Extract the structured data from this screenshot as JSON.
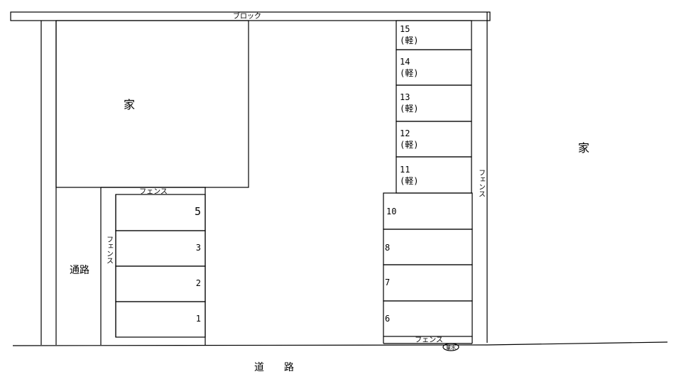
{
  "labels": {
    "block": "ブロック",
    "house_left": "家",
    "house_right": "家",
    "fence_top": "フェンス",
    "fence_left_v": "フェンス",
    "fence_right_v": "フェンス",
    "fence_bottom": "フェンス",
    "path_left": "通路",
    "road_bottom": "道　　路",
    "meter": "量水"
  },
  "left_spaces": [
    "5",
    "3",
    "2",
    "1"
  ],
  "right_lower_spaces": [
    "10",
    "8",
    "7",
    "6"
  ],
  "right_upper_spaces": [
    {
      "num": "15",
      "note": "(軽)"
    },
    {
      "num": "14",
      "note": "(軽)"
    },
    {
      "num": "13",
      "note": "(軽)"
    },
    {
      "num": "12",
      "note": "(軽)"
    },
    {
      "num": "11",
      "note": "(軽)"
    }
  ]
}
